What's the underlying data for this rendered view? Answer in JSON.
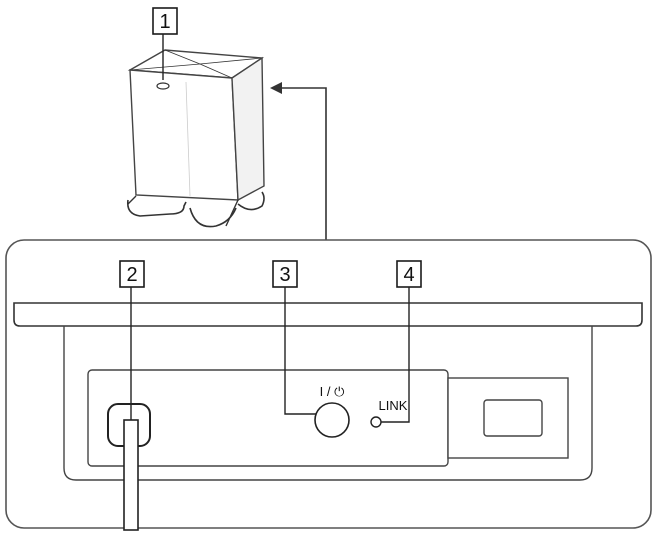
{
  "callouts": [
    {
      "id": "1",
      "label": "1"
    },
    {
      "id": "2",
      "label": "2"
    },
    {
      "id": "3",
      "label": "3"
    },
    {
      "id": "4",
      "label": "4"
    }
  ],
  "panel": {
    "power_label": "I / ⏻",
    "link_label": "LINK"
  }
}
